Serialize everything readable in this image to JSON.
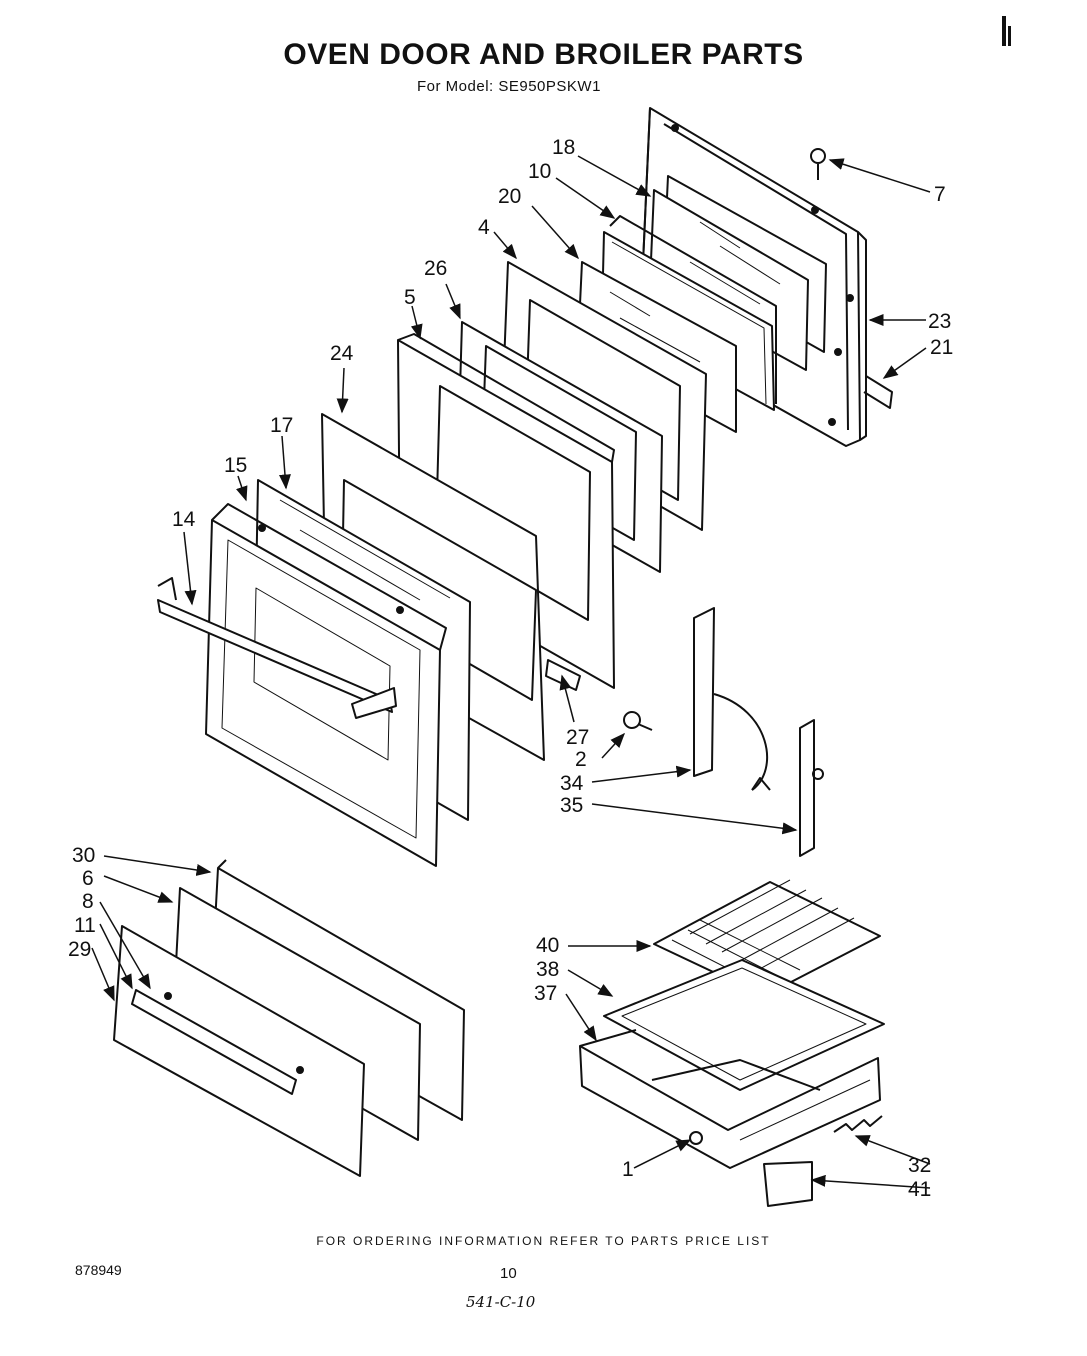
{
  "title": "OVEN DOOR AND BROILER PARTS",
  "subtitle": "For Model: SE950PSKW1",
  "footer_note": "FOR ORDERING INFORMATION REFER TO PARTS PRICE LIST",
  "document_number": "878949",
  "page_number": "10",
  "handwritten_note": "541-C-10",
  "callouts": [
    {
      "id": "c18",
      "text": "18"
    },
    {
      "id": "c10",
      "text": "10"
    },
    {
      "id": "c20",
      "text": "20"
    },
    {
      "id": "c7",
      "text": "7"
    },
    {
      "id": "c4",
      "text": "4"
    },
    {
      "id": "c26",
      "text": "26"
    },
    {
      "id": "c5",
      "text": "5"
    },
    {
      "id": "c24",
      "text": "24"
    },
    {
      "id": "c23",
      "text": "23"
    },
    {
      "id": "c21",
      "text": "21"
    },
    {
      "id": "c17",
      "text": "17"
    },
    {
      "id": "c15",
      "text": "15"
    },
    {
      "id": "c14",
      "text": "14"
    },
    {
      "id": "c27",
      "text": "27"
    },
    {
      "id": "c2",
      "text": "2"
    },
    {
      "id": "c34",
      "text": "34"
    },
    {
      "id": "c35",
      "text": "35"
    },
    {
      "id": "c30",
      "text": "30"
    },
    {
      "id": "c6",
      "text": "6"
    },
    {
      "id": "c8",
      "text": "8"
    },
    {
      "id": "c11",
      "text": "11"
    },
    {
      "id": "c29",
      "text": "29"
    },
    {
      "id": "c40",
      "text": "40"
    },
    {
      "id": "c38",
      "text": "38"
    },
    {
      "id": "c37",
      "text": "37"
    },
    {
      "id": "c1",
      "text": "1"
    },
    {
      "id": "c32",
      "text": "32"
    },
    {
      "id": "c41",
      "text": "41"
    }
  ]
}
